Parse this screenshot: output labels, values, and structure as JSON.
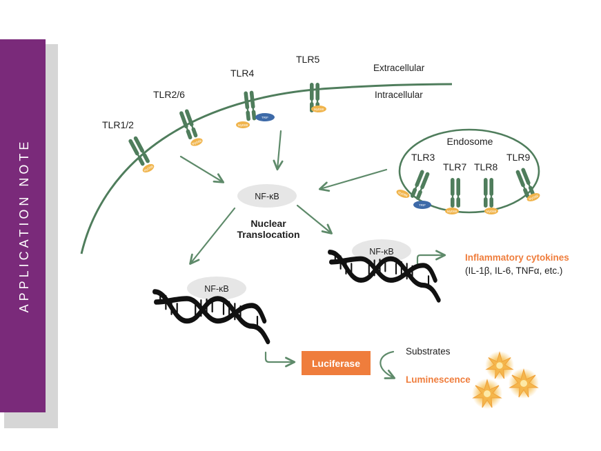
{
  "side_banner": {
    "text": "APPLICATION NOTE",
    "color": "#7a2a7a"
  },
  "regions": {
    "extracellular": "Extracellular",
    "intracellular": "Intracellular"
  },
  "receptors": {
    "tlr1_2": "TLR1/2",
    "tlr2_6": "TLR2/6",
    "tlr4": "TLR4",
    "tlr5": "TLR5",
    "tlr3": "TLR3",
    "tlr7": "TLR7",
    "tlr8": "TLR8",
    "tlr9": "TLR9"
  },
  "adaptors": {
    "myd88": "MyD88",
    "trif": "TRIF"
  },
  "endosome": "Endosome",
  "nfkb": "NF-κB",
  "nuclear_translocation": [
    "Nuclear",
    "Translocation"
  ],
  "outputs": {
    "cytokines_title": "Inflammatory cytokines",
    "cytokines_list": "(IL-1β, IL-6, TNFα, etc.)",
    "luciferase": "Luciferase",
    "substrates": "Substrates",
    "luminescence": "Luminescence"
  },
  "colors": {
    "receptor": "#4f7d5c",
    "membrane": "#4f7d5c",
    "arrow": "#5e8a6a",
    "myd88": "#f0b44c",
    "trif": "#3d6aa8",
    "accent": "#ef7d3c",
    "nfkb_bg": "#e6e6e6"
  }
}
